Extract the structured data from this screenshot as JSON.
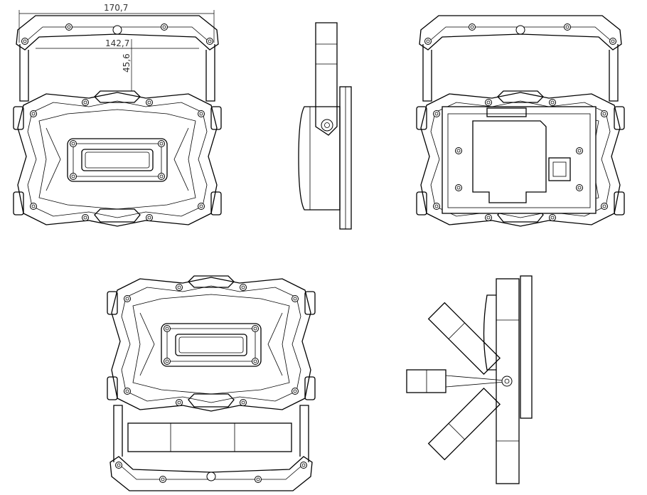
{
  "dimensions": {
    "overall_width": "170,7",
    "inner_width": "142,7",
    "inner_height": "45,6"
  }
}
